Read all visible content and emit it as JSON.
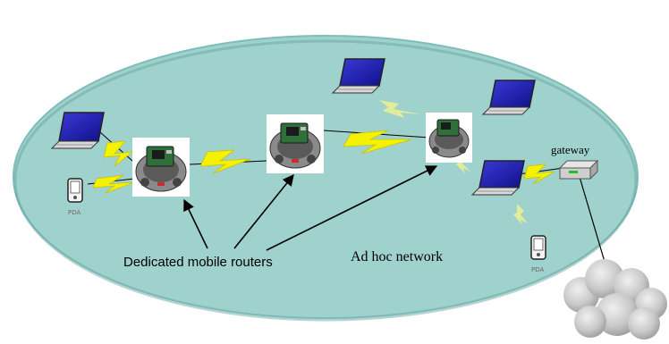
{
  "labels": {
    "gateway": "gateway",
    "dedicated_routers": "Dedicated mobile routers",
    "adhoc": "Ad hoc network",
    "pda_left": "PDA",
    "pda_right": "PDA"
  },
  "colors": {
    "network_fill": "#9fd1cd",
    "network_edge": "#6fb0ac",
    "link_bolt": "#f5f200",
    "link_bolt_faint": "#f8f58a",
    "laptop_screen": "#1a1aa8",
    "router_board": "#2f6f3a",
    "cloud": "#c7c7c7"
  },
  "icons": [
    "laptop-icon",
    "pda-icon",
    "router-icon",
    "gateway-icon",
    "cloud-icon",
    "wireless-link-icon"
  ]
}
